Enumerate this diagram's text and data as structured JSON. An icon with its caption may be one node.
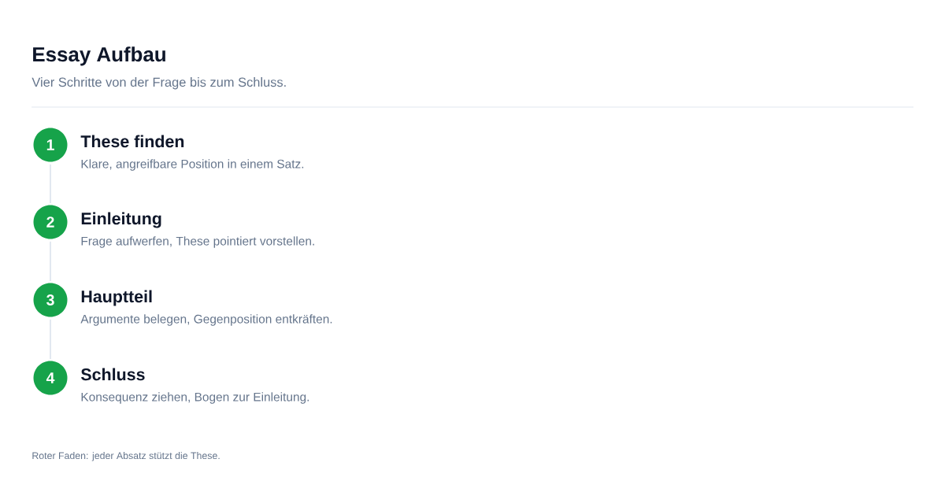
{
  "diagram": {
    "title": "Essay Aufbau",
    "nodes": [
      {
        "text": [
          "1"
        ],
        "beside": [
          "These finden",
          "Klare, angreifbare Position in einem Satz."
        ]
      },
      {
        "text": [
          "2"
        ],
        "beside": [
          "Einleitung",
          "Frage aufwerfen, These pointiert vorstellen."
        ]
      },
      {
        "text": [
          "3"
        ],
        "beside": [
          "Hauptteil",
          "Argumente belegen, Gegenposition entkräften."
        ]
      },
      {
        "text": [
          "4"
        ],
        "beside": [
          "Schluss",
          "Konsequenz ziehen, Bogen zur Einleitung."
        ]
      }
    ],
    "edges": [
      {
        "from": 0,
        "to": 1,
        "arrow": "none"
      },
      {
        "from": 1,
        "to": 2,
        "arrow": "none"
      },
      {
        "from": 2,
        "to": 3,
        "arrow": "none"
      }
    ],
    "labels": [
      "Vier Schritte von der Frage bis zum Schluss.",
      "Roter Faden: jeder Absatz stützt die These."
    ]
  }
}
